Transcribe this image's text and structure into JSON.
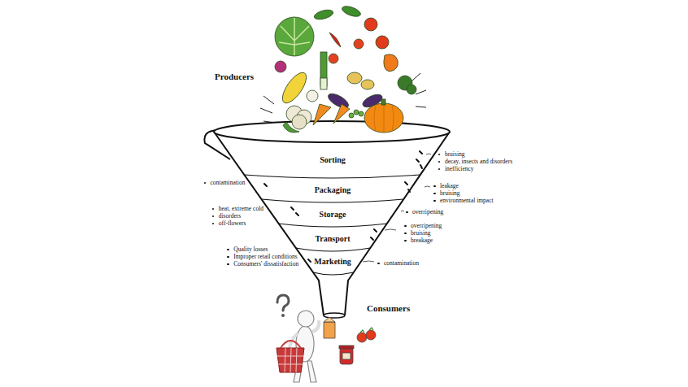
{
  "diagram": {
    "nodes": [
      {
        "text": [
          "Sorting"
        ]
      },
      {
        "text": [
          "Packaging"
        ]
      },
      {
        "text": [
          "Storage"
        ]
      },
      {
        "text": [
          "Transport"
        ]
      },
      {
        "text": [
          "Marketing"
        ]
      }
    ],
    "labels": [
      "Producers",
      "bruising",
      "decay, insects and disorders",
      "inefficiency",
      "contamination",
      "leakage",
      "bruising",
      "environmental impact",
      "heat, extreme cold",
      "disorders",
      "off-flowers",
      "overripening",
      "overripening",
      "bruising",
      "breakage",
      "Quality losses",
      "Improper retail conditions",
      "Consumers' dissatisfaction",
      "contamination",
      "Consumers"
    ]
  }
}
